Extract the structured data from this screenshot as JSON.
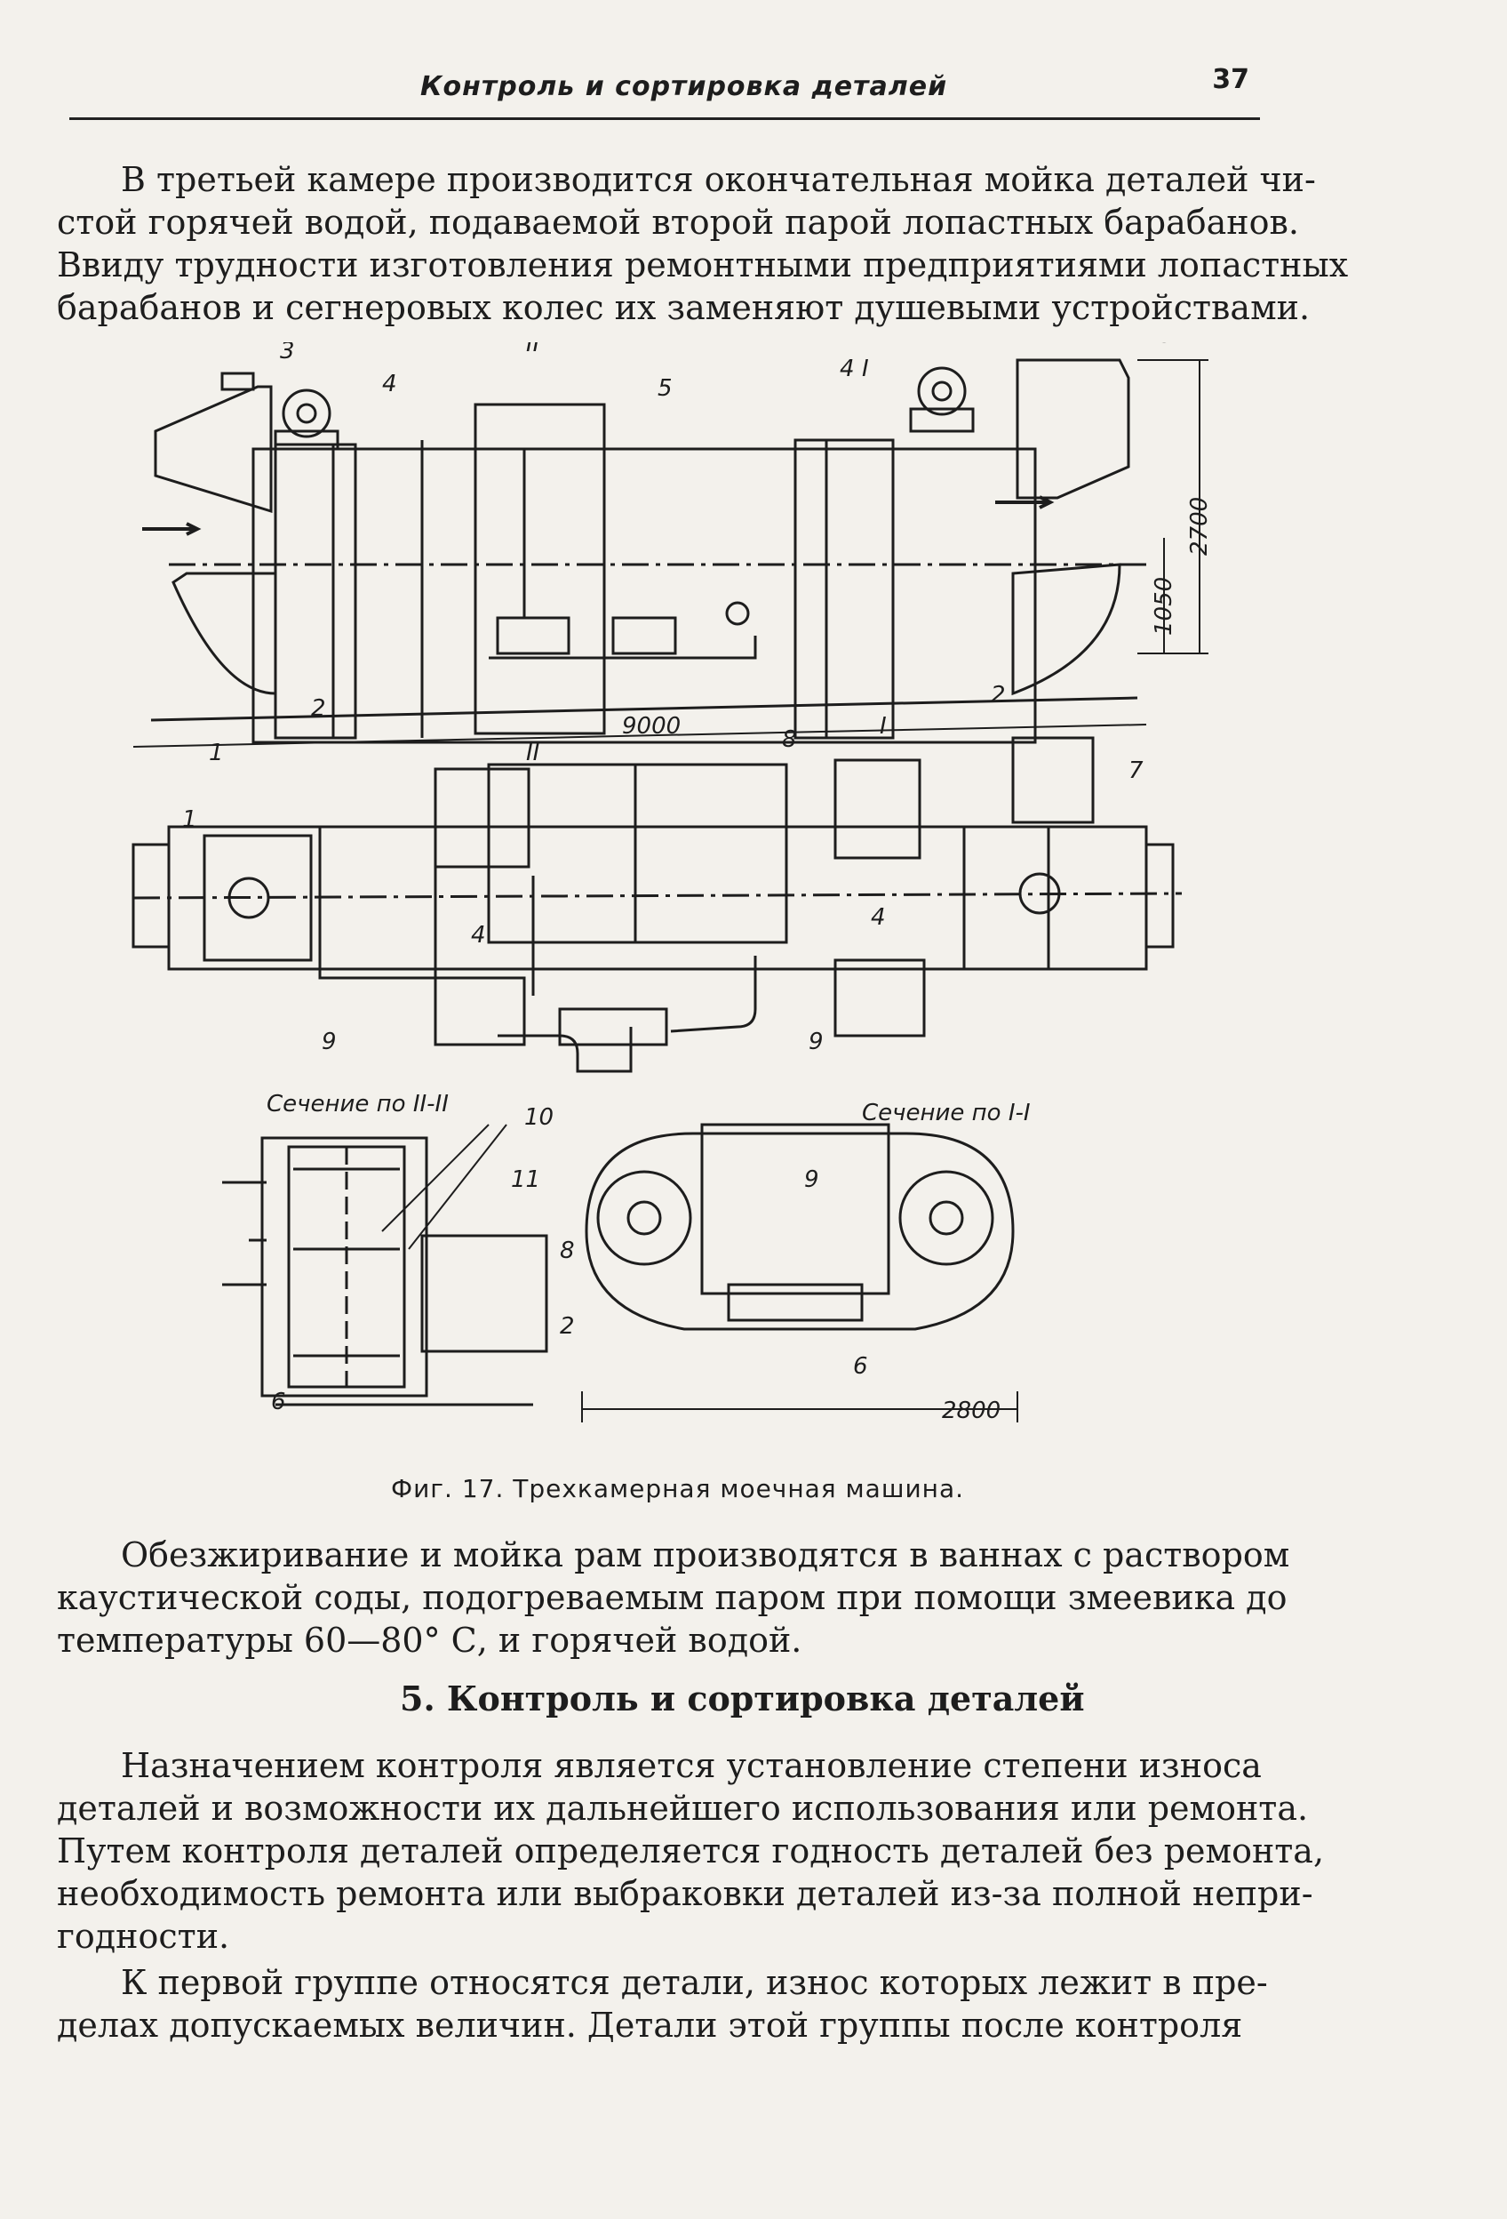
{
  "header": {
    "running_title": "Контроль и сортировка деталей",
    "page_number": "37"
  },
  "paragraph1": {
    "lines": [
      "В третьей камере производится окончательная мойка деталей чи-",
      "стой горячей водой, подаваемой второй парой лопастных барабанов.",
      "Ввиду трудности изготовления ремонтными предприятиями лопастных",
      "барабанов и сегнеровых колес их заменяют душевыми устройствами."
    ]
  },
  "figure": {
    "labels": {
      "n1": "1",
      "n2": "2",
      "n3": "3",
      "n4": "4",
      "n5": "5",
      "n6": "6",
      "n7": "7",
      "n8": "8",
      "n9": "9",
      "n10": "10",
      "n11": "11",
      "roman1": "I",
      "roman2": "II"
    },
    "dimensions": {
      "length": "9000",
      "height_total": "2700",
      "height_lower": "1050",
      "width_section": "2800"
    },
    "section_titles": {
      "section_2": "Сечение по II-II",
      "section_1": "Сечение по I-I"
    },
    "caption": "Фиг. 17. Трехкамерная моечная машина."
  },
  "paragraph2": {
    "lines": [
      "Обезжиривание и мойка рам производятся в ваннах с раствором",
      "каустической соды, подогреваемым паром при помощи змеевика до",
      "температуры 60—80° С, и горячей водой."
    ]
  },
  "section": {
    "heading": "5. Контроль и сортировка деталей"
  },
  "paragraph3": {
    "lines": [
      "Назначением контроля является установление степени износа",
      "деталей и возможности их дальнейшего использования или ремонта.",
      "Путем контроля деталей определяется годность деталей без ремонта,",
      "необходимость ремонта или выбраковки деталей из-за полной непри-",
      "годности."
    ]
  },
  "paragraph4": {
    "lines": [
      "К первой группе относятся детали, износ которых лежит в пре-",
      "делах допускаемых величин. Детали этой группы после контроля"
    ]
  }
}
